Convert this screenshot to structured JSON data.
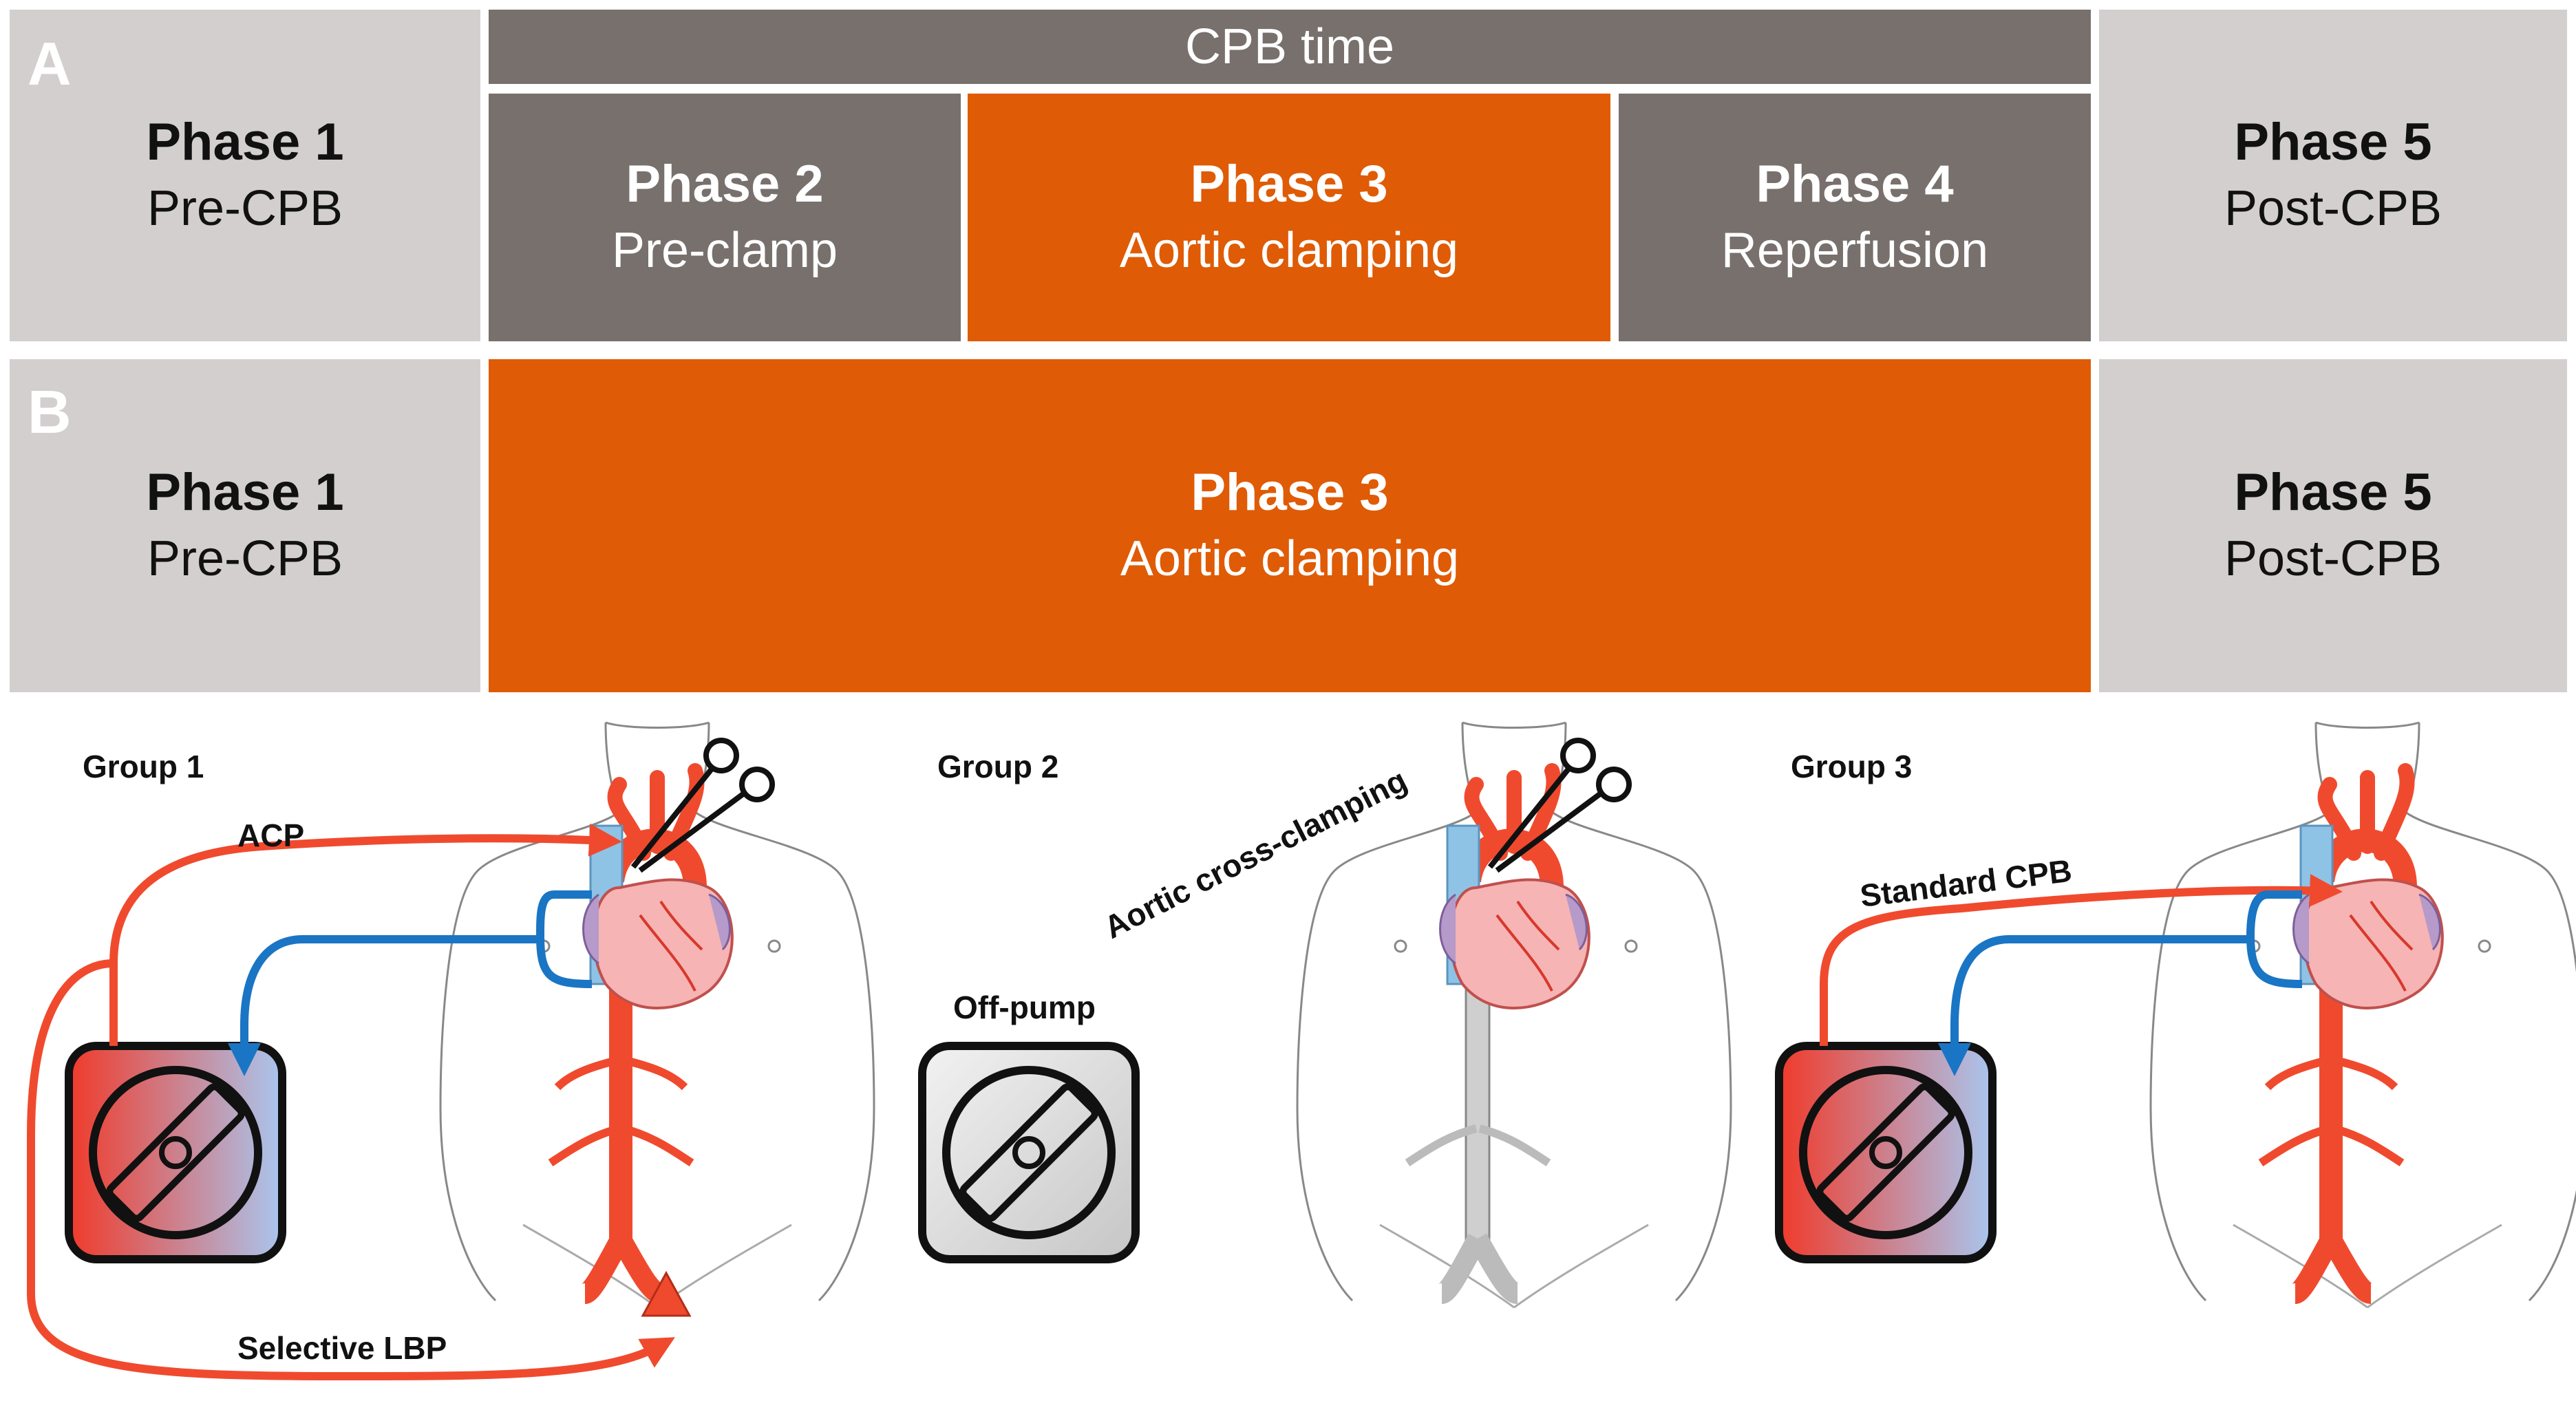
{
  "panel_a": {
    "letter": "A",
    "cpb_time": "CPB time",
    "phase1": {
      "title": "Phase 1",
      "subtitle": "Pre-CPB"
    },
    "phase2": {
      "title": "Phase 2",
      "subtitle": "Pre-clamp"
    },
    "phase3": {
      "title": "Phase 3",
      "subtitle": "Aortic clamping"
    },
    "phase4": {
      "title": "Phase 4",
      "subtitle": "Reperfusion"
    },
    "phase5": {
      "title": "Phase 5",
      "subtitle": "Post-CPB"
    }
  },
  "panel_b": {
    "letter": "B",
    "phase1": {
      "title": "Phase 1",
      "subtitle": "Pre-CPB"
    },
    "phase3": {
      "title": "Phase 3",
      "subtitle": "Aortic clamping"
    },
    "phase5": {
      "title": "Phase 5",
      "subtitle": "Post-CPB"
    }
  },
  "groups": {
    "group1": {
      "label": "Group 1",
      "acp": "ACP",
      "lbp": "Selective LBP"
    },
    "group2": {
      "label": "Group 2",
      "clamping": "Aortic cross-clamping",
      "offpump": "Off-pump"
    },
    "group3": {
      "label": "Group 3",
      "cpb": "Standard CPB"
    }
  },
  "colors": {
    "orange": "#df5b05",
    "dark_grey": "#77706d",
    "light_grey": "#d3cfcf",
    "arterial_red": "#f04a2e",
    "venous_blue": "#1a75c4"
  }
}
